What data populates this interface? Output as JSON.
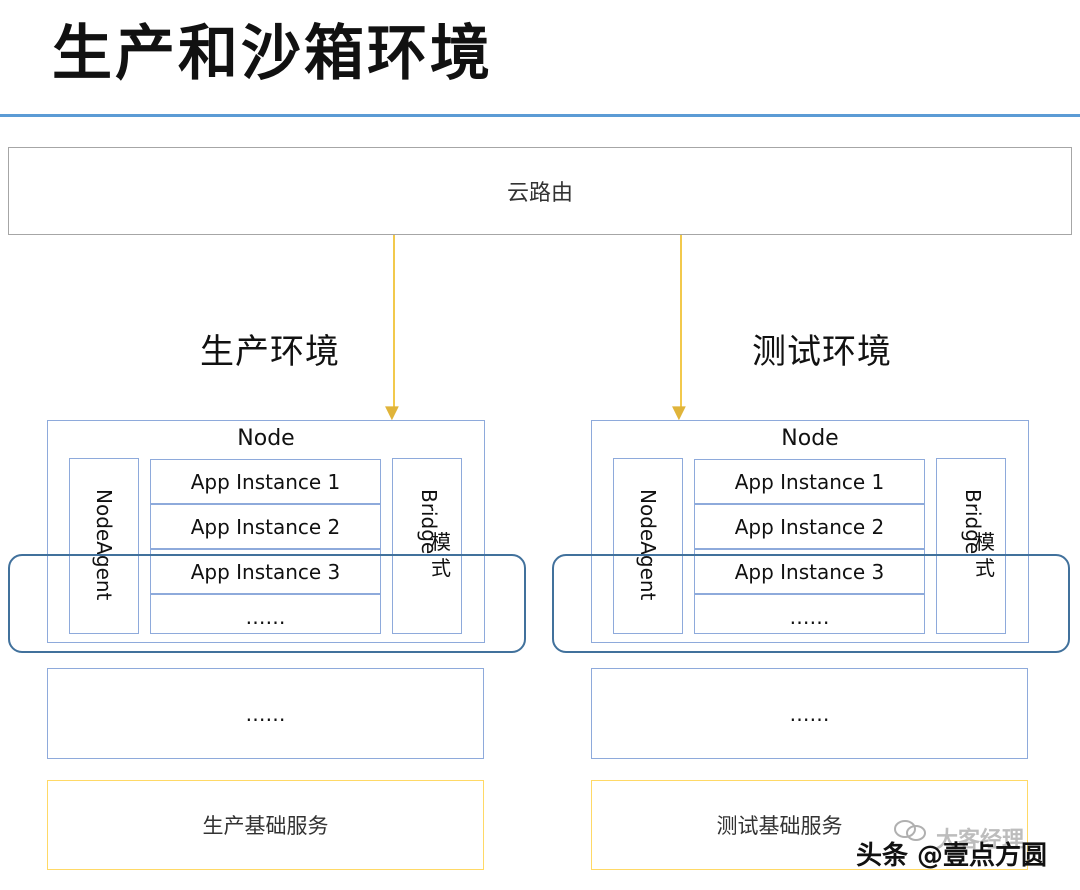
{
  "title": "生产和沙箱环境",
  "cloud_router": "云路由",
  "environments": [
    {
      "title": "生产环境",
      "node_label": "Node",
      "agent_label": "NodeAgent",
      "instances": [
        "App Instance 1",
        "App Instance 2",
        "App Instance 3",
        "……"
      ],
      "bridge_label": "Bridge",
      "bridge_mode": "模\n式",
      "more_nodes": "……",
      "base_service": "生产基础服务"
    },
    {
      "title": "测试环境",
      "node_label": "Node",
      "agent_label": "NodeAgent",
      "instances": [
        "App Instance 1",
        "App Instance 2",
        "App Instance 3",
        "……"
      ],
      "bridge_label": "Bridge",
      "bridge_mode": "模\n式",
      "more_nodes": "……",
      "base_service": "测试基础服务"
    }
  ],
  "watermark": {
    "faded_text": "大客经理",
    "main_text": "头条 @壹点方圆"
  },
  "colors": {
    "rule": "#5b9bd5",
    "node_border": "#8eaadb",
    "highlight_border": "#41719c",
    "arrow": "#f2c94c",
    "service_border": "#ffd966"
  }
}
